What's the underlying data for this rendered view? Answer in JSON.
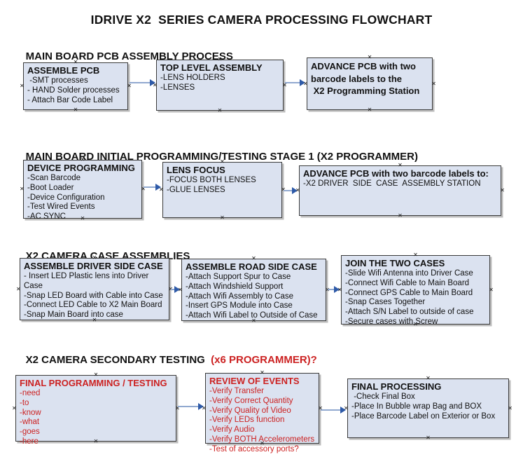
{
  "title": "IDRIVE X2  SERIES CAMERA PROCESSING FLOWCHART",
  "colors": {
    "box_fill": "#dbe2f0",
    "box_border": "#3a3a3a",
    "accent_red": "#cc2222",
    "arrow_line": "#91a9d0",
    "arrow_head": "#2e5aa8"
  },
  "sections": [
    {
      "heading": "MAIN BOARD PCB ASSEMBLY PROCESS",
      "heading_accent": "",
      "boxes": [
        {
          "title": "ASSEMBLE PCB",
          "items": [
            " -SMT processes",
            "- HAND Solder processes",
            "- Attach Bar Code Label"
          ]
        },
        {
          "title": "TOP LEVEL ASSEMBLY",
          "items": [
            "-LENS HOLDERS",
            "-LENSES"
          ]
        },
        {
          "title": "ADVANCE PCB with two\nbarcode labels to the\n X2 Programming Station",
          "items": []
        }
      ]
    },
    {
      "heading": "MAIN BOARD INITIAL PROGRAMMING/TESTING STAGE 1 (X2 PROGRAMMER)",
      "heading_accent": "",
      "boxes": [
        {
          "title": "DEVICE PROGRAMMING",
          "items": [
            "-Scan Barcode",
            "-Boot Loader",
            "-Device Configuration",
            "-Test Wired Events",
            "-AC SYNC"
          ]
        },
        {
          "title": "LENS FOCUS",
          "items": [
            "-FOCUS BOTH LENSES",
            "-GLUE LENSES"
          ]
        },
        {
          "title": "ADVANCE PCB with two barcode labels to:",
          "items": [
            "-X2 DRIVER  SIDE  CASE  ASSEMBLY STATION"
          ]
        }
      ]
    },
    {
      "heading": "X2 CAMERA CASE ASSEMBLIES",
      "heading_accent": "",
      "boxes": [
        {
          "title": "ASSEMBLE DRIVER SIDE CASE",
          "items": [
            "- Insert LED Plastic lens into Driver Case",
            "-Snap LED Board with Cable into Case",
            "-Connect LED Cable to X2 Main Board",
            "-Snap Main Board into case"
          ]
        },
        {
          "title": "ASSEMBLE ROAD SIDE CASE",
          "items": [
            "-Attach Support Spur to Case",
            "-Attach Windshield Support",
            "-Attach Wifi Assembly to Case",
            "-Insert GPS Module into Case",
            "-Attach Wifi Label to Outside of Case"
          ]
        },
        {
          "title": "JOIN THE TWO CASES",
          "items": [
            "-Slide Wifi Antenna into Driver Case",
            "-Connect Wifi Cable to Main Board",
            "-Connect GPS Cable to Main Board",
            "-Snap Cases Together",
            "-Attach S/N Label to outside of case",
            "-Secure cases with Screw"
          ]
        }
      ]
    },
    {
      "heading": "X2 CAMERA SECONDARY TESTING",
      "heading_accent": "  (x6 PROGRAMMER)?",
      "boxes": [
        {
          "title": "FINAL PROGRAMMING / TESTING",
          "items": [
            "-need",
            "-to",
            "-know",
            "-what",
            "-goes",
            "-here"
          ]
        },
        {
          "title": "REVIEW OF EVENTS",
          "items": [
            "-Verify Transfer",
            "-Verify Correct Quantity",
            "-Verify Quality of Video",
            "-Verify LEDs function",
            "-Verify Audio",
            "-Verify BOTH Accelerometers",
            "-Test of accessory ports?"
          ]
        },
        {
          "title": "FINAL PROCESSING",
          "items": [
            " -Check Final Box",
            "-Place In Bubble wrap Bag and BOX",
            "-Place Barcode Label on Exterior or Box"
          ]
        }
      ]
    }
  ]
}
